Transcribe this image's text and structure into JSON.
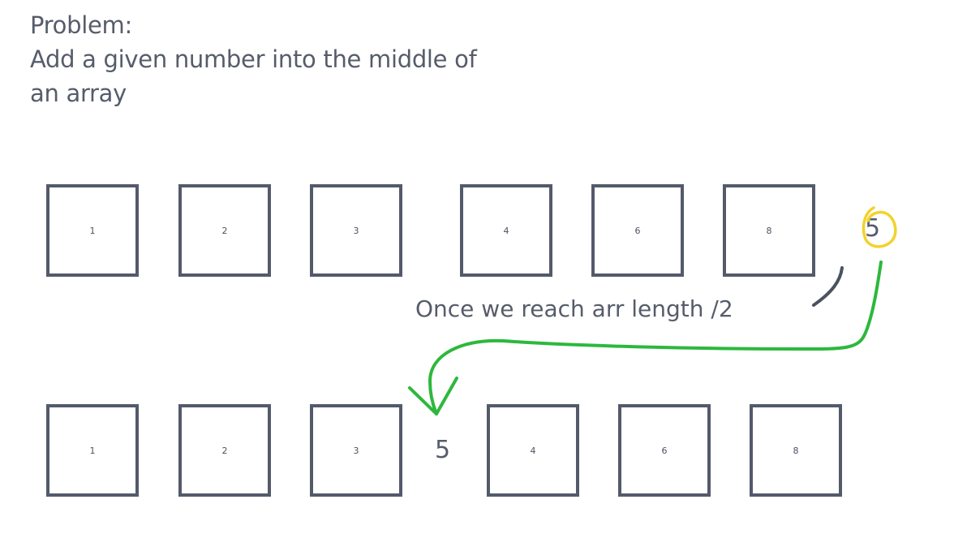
{
  "problem": {
    "line1": "Problem:",
    "line2": "Add a given number into the middle of",
    "line3": "an array"
  },
  "original_array": [
    "1",
    "2",
    "3",
    "4",
    "6",
    "8"
  ],
  "new_number": "5",
  "note": "Once we reach arr length /2",
  "result_array": {
    "left": [
      "1",
      "2",
      "3"
    ],
    "inserted": "5",
    "right": [
      "4",
      "6",
      "8"
    ]
  },
  "colors": {
    "text": "#565c6a",
    "box_border": "#535a6a",
    "arrow": "#2db83d",
    "highlight": "#f3d22b",
    "pen": "#4a5262"
  }
}
